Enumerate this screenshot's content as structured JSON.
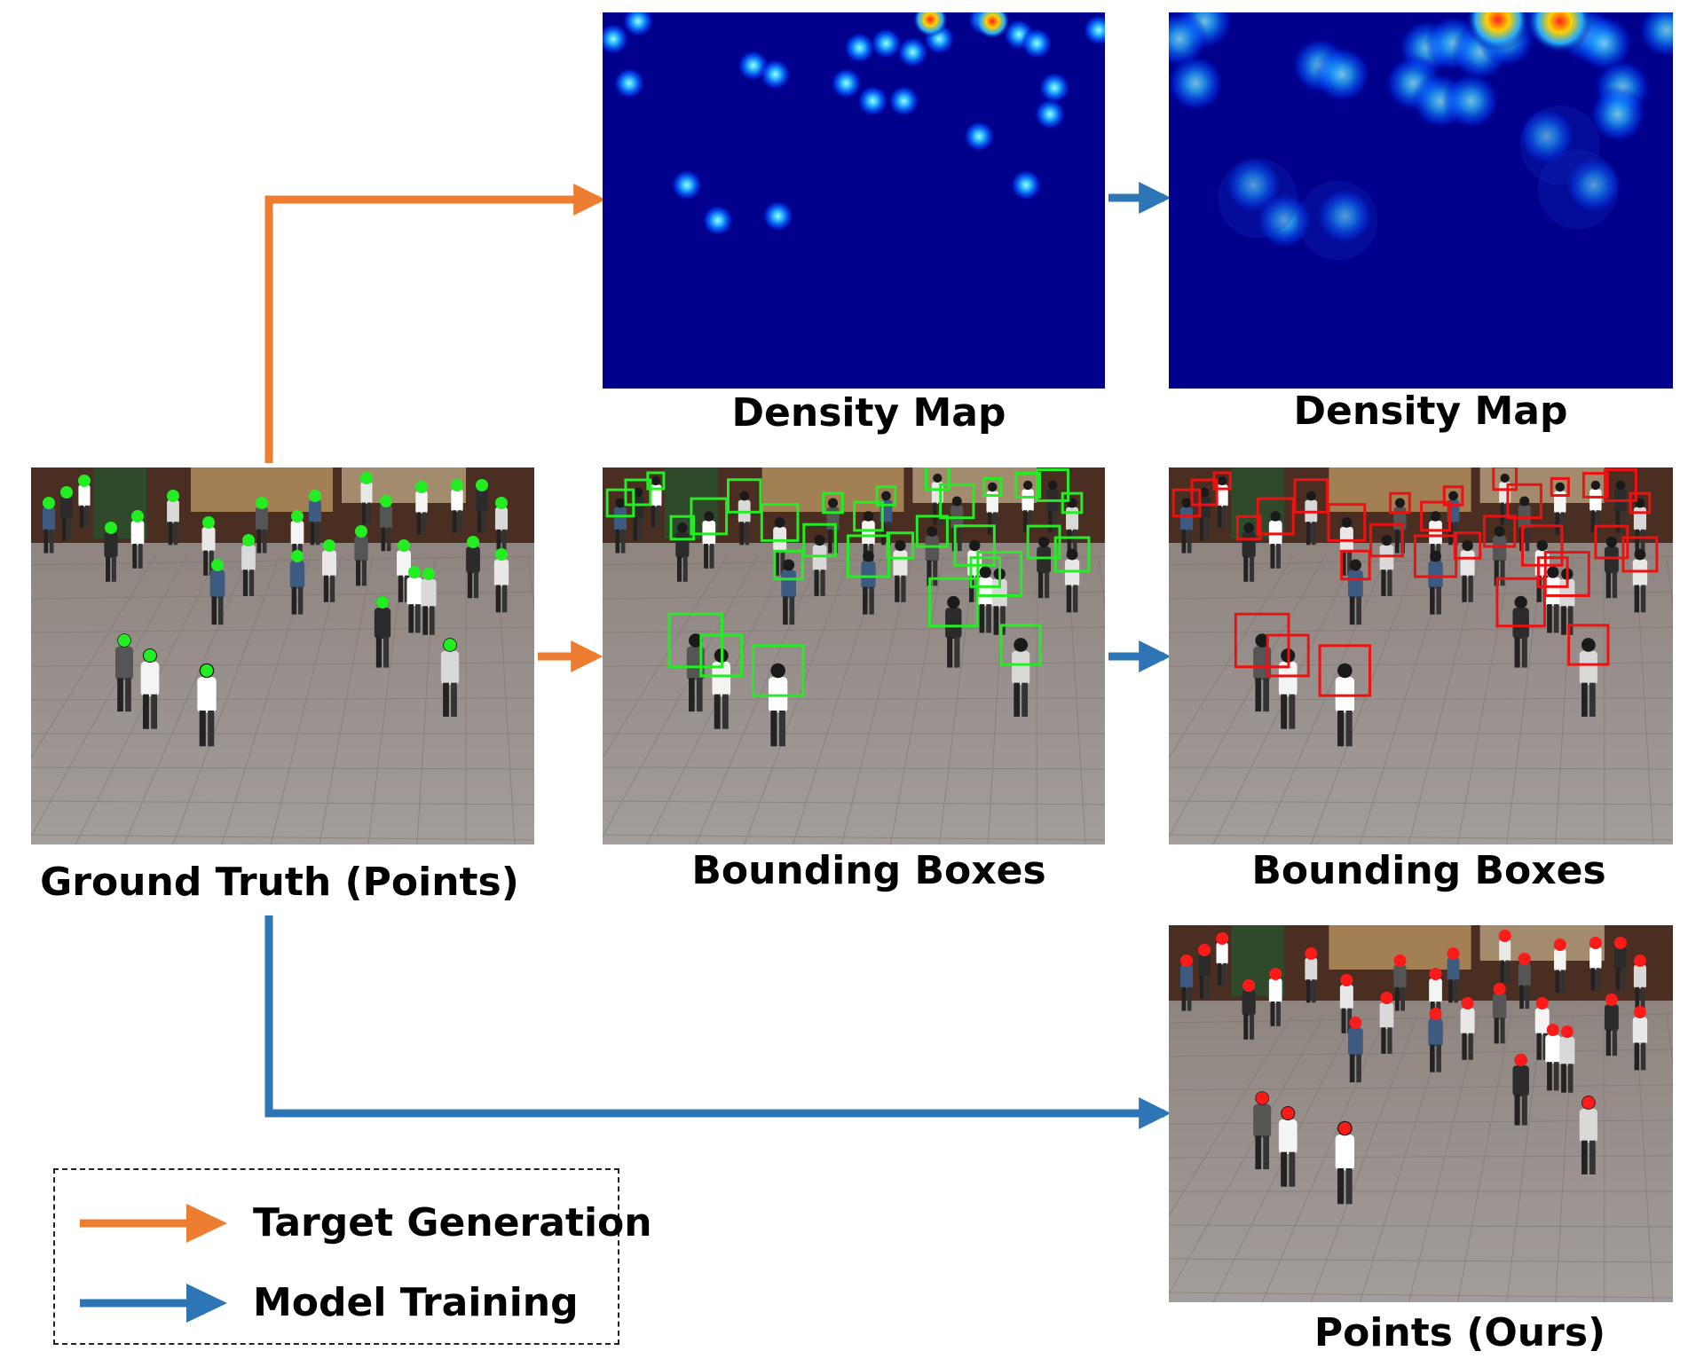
{
  "captions": {
    "ground_truth": "Ground Truth (Points)",
    "density_map_target": "Density Map",
    "density_map_pred": "Density Map",
    "bounding_boxes_target": "Bounding Boxes",
    "bounding_boxes_pred": "Bounding Boxes",
    "points_ours": "Points (Ours)"
  },
  "legend": {
    "target_generation": "Target Generation",
    "model_training": "Model Training"
  },
  "colors": {
    "orange_arrow": "#ED7D31",
    "blue_arrow": "#2E75B6",
    "density_bg": "#00008C",
    "point_green": "#22EE22",
    "point_red": "#FF1A1A",
    "box_green": "#22EE22",
    "box_red": "#EE1111"
  },
  "icons": {
    "scene": "crowd-street-scene",
    "arrow": "arrow-right-icon"
  }
}
